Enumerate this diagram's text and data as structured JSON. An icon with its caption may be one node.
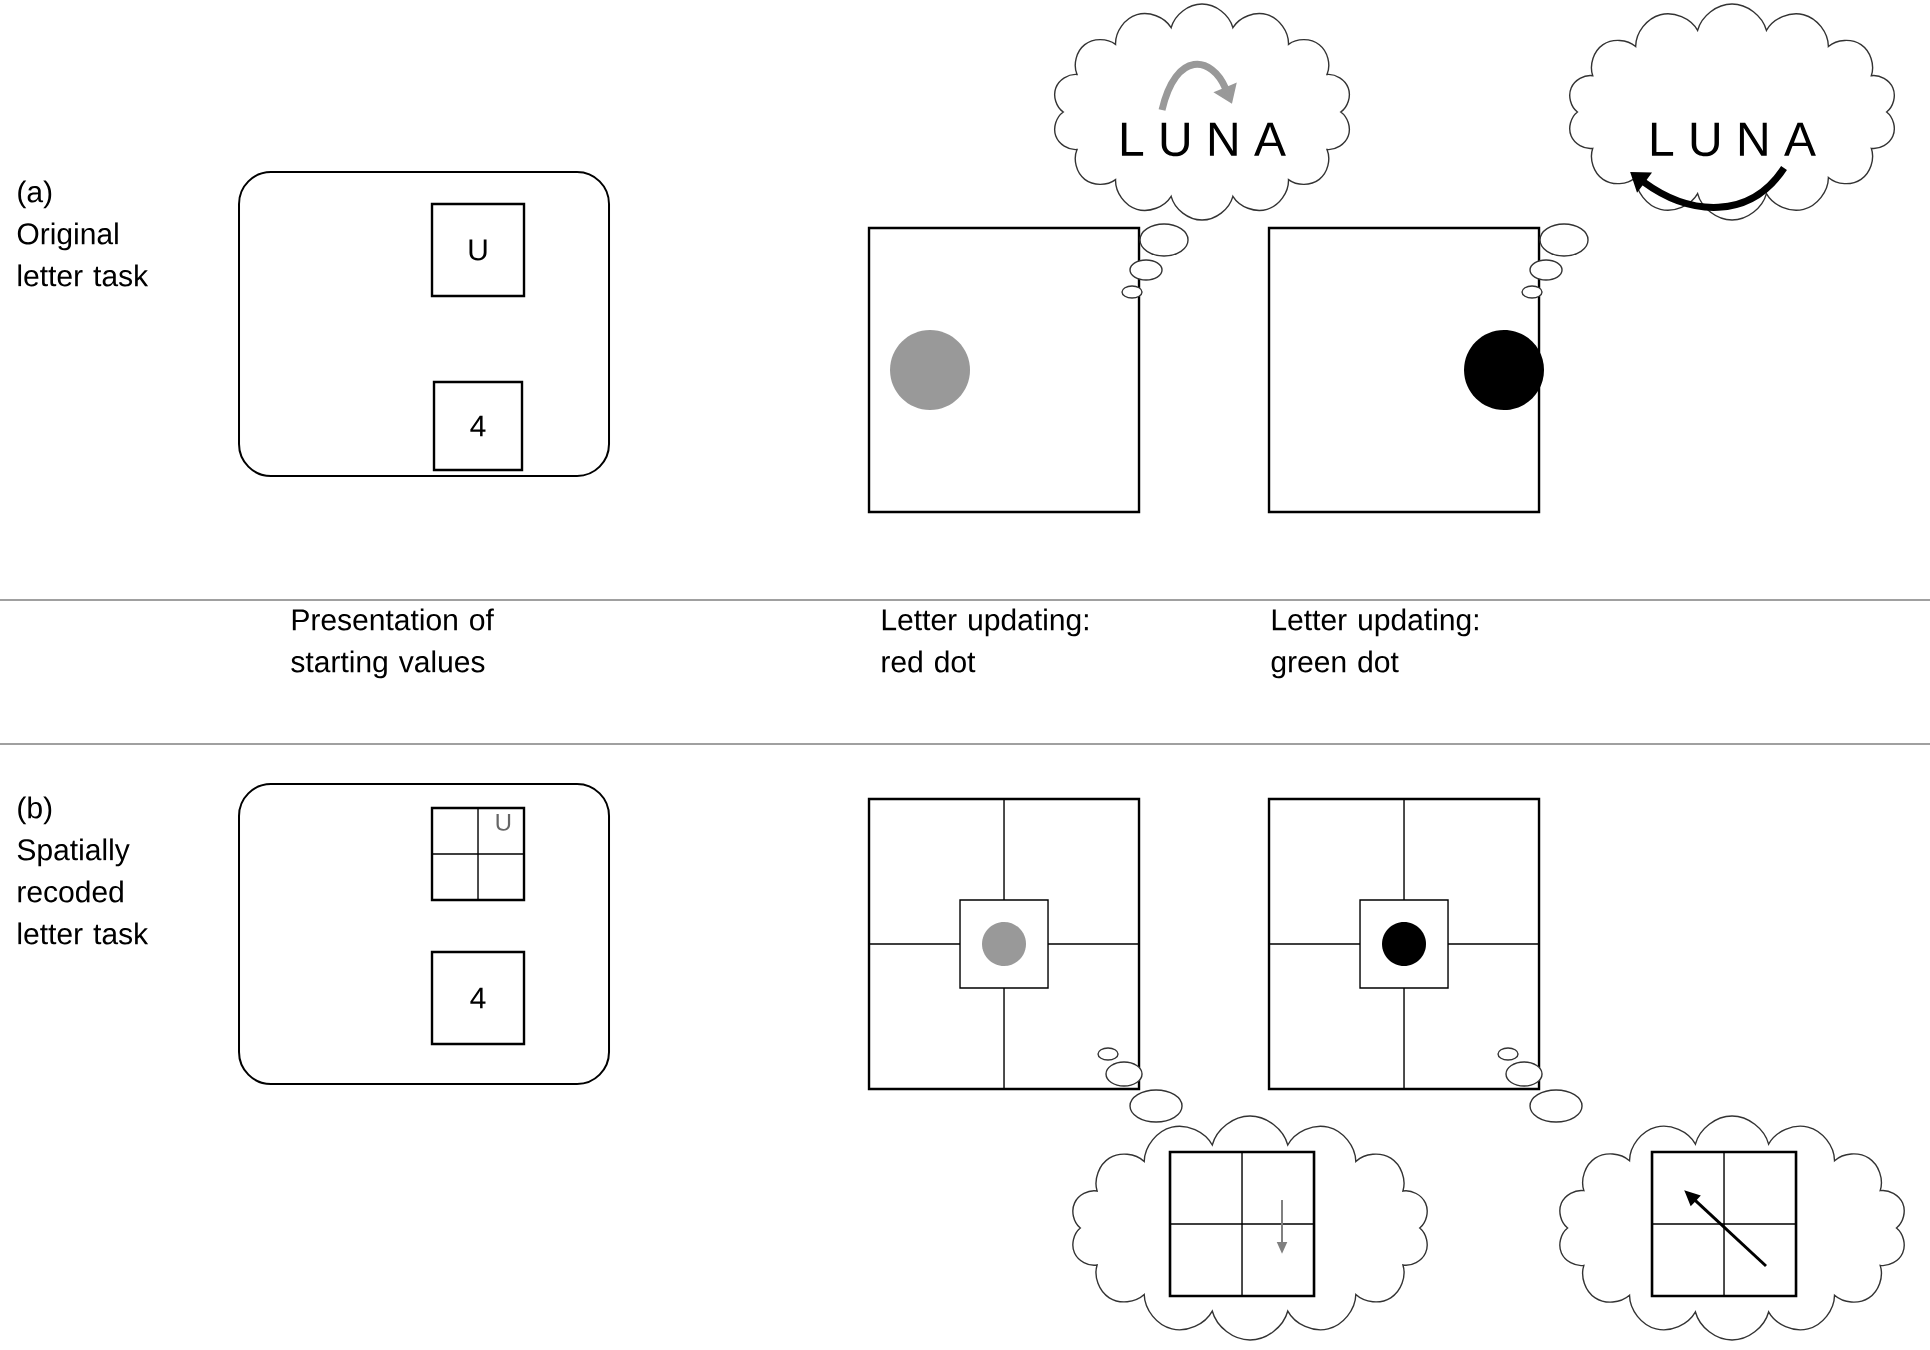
{
  "diagram": {
    "nodes": [
      {
        "text": [],
        "shape": "box"
      },
      {
        "text": [
          "U"
        ],
        "in": 0
      },
      {
        "text": [
          "4"
        ],
        "in": 0
      },
      {
        "text": [],
        "shape": "box"
      },
      {
        "text": [
          "L U N A"
        ]
      },
      {
        "text": [],
        "shape": "box"
      },
      {
        "text": [
          "L U N A"
        ]
      },
      {
        "text": [],
        "shape": "box"
      },
      {
        "text": [
          "U"
        ],
        "in": 7
      },
      {
        "text": [
          "4"
        ],
        "in": 7
      },
      {
        "text": [],
        "shape": "box"
      },
      {
        "text": [],
        "shape": "cloud"
      },
      {
        "text": [],
        "shape": "box"
      },
      {
        "text": [],
        "shape": "cloud"
      }
    ],
    "labels": [
      "(a) Original letter task",
      "Presentation of starting values",
      "Letter updating: red dot",
      "Letter updating: green dot",
      "(b) Spatially recoded letter task"
    ]
  }
}
